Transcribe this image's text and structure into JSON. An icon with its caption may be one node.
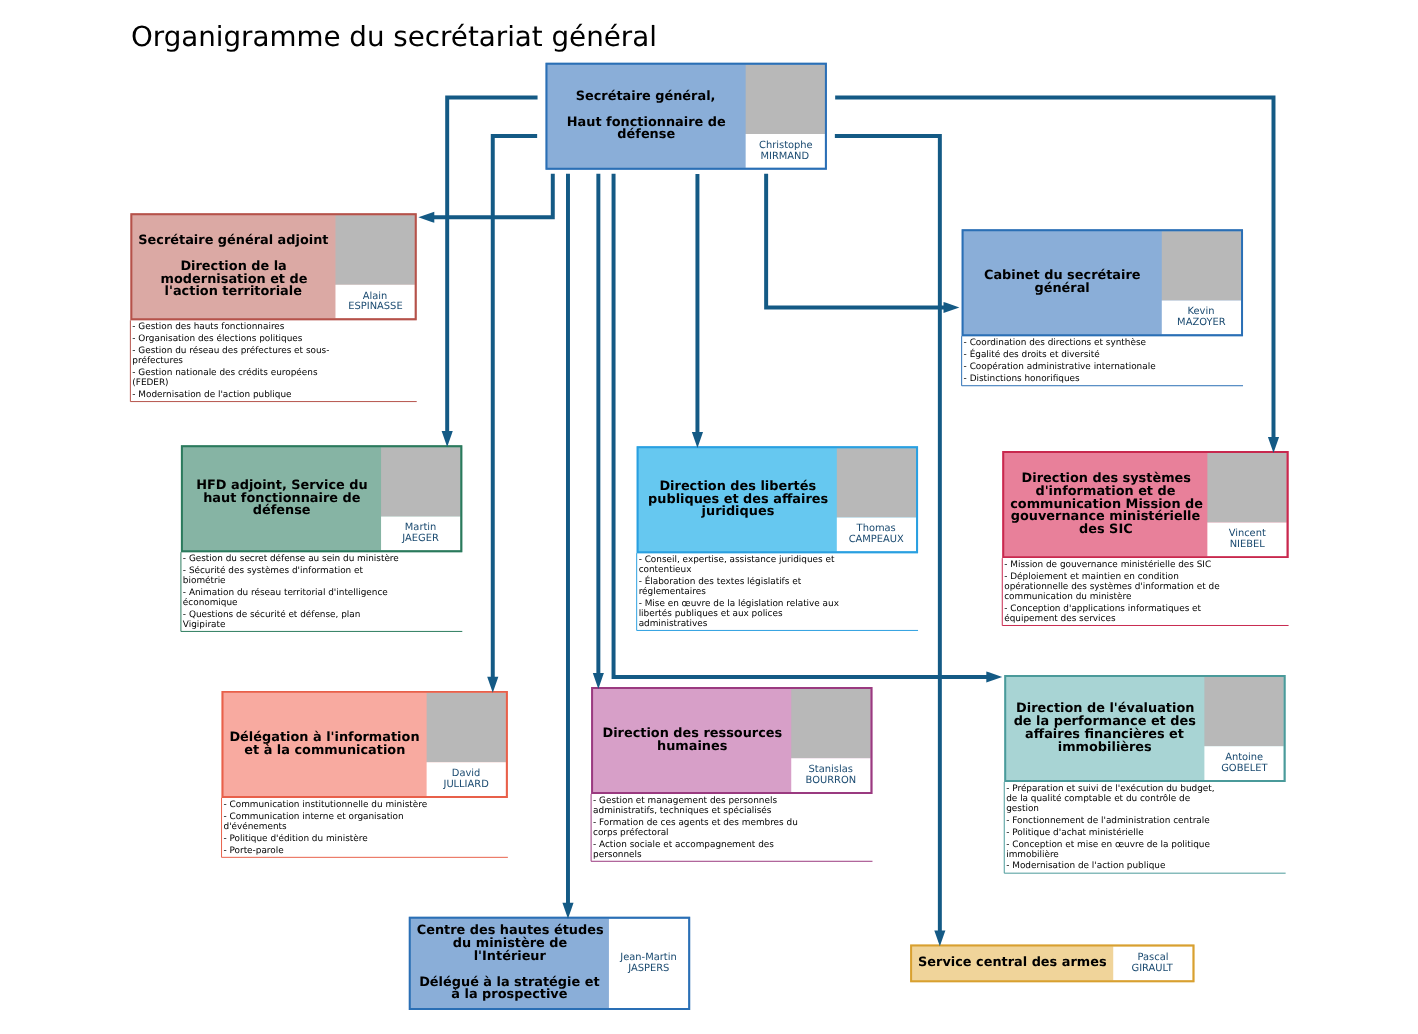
{
  "diagram": {
    "title": "Organigramme du secrétariat général",
    "nodes": [
      {
        "text": [
          "Secrétaire général,",
          "Haut fonctionnaire de défense",
          "Christophe MIRMAND"
        ]
      },
      {
        "text": [
          "Secrétaire général adjoint",
          "Direction de la modernisation et de l'action territoriale",
          "Alain ESPINASSE"
        ],
        "beside": [
          "- Gestion des hauts fonctionnaires",
          "- Organisation des élections politiques",
          "- Gestion du réseau des préfectures et sous-préfectures",
          "- Gestion nationale des crédits européens (FEDER)",
          "- Modernisation de l'action publique"
        ]
      },
      {
        "text": [
          "Cabinet du secrétaire général",
          "Kevin MAZOYER"
        ],
        "beside": [
          "- Coordination des directions et synthèse",
          "- Égalité des droits et diversité",
          "- Coopération administrative internationale",
          "- Distinctions honorifiques"
        ]
      },
      {
        "text": [
          "HFD adjoint, Service du haut fonctionnaire de défense",
          "Martin JAEGER"
        ],
        "beside": [
          "- Gestion du secret défense au sein du ministère",
          "- Sécurité des systèmes d'information et biométrie",
          "- Animation du réseau territorial d'intelligence économique",
          "- Questions de sécurité et défense, plan Vigipirate"
        ]
      },
      {
        "text": [
          "Direction des libertés publiques et des affaires juridiques",
          "Thomas CAMPEAUX"
        ],
        "beside": [
          "- Conseil, expertise, assistance juridiques et contentieux",
          "- Élaboration des textes législatifs et réglementaires",
          "- Mise en œuvre de la législation relative aux libertés publiques et aux polices administratives"
        ]
      },
      {
        "text": [
          "Direction des systèmes d'information et de communication Mission de gouvernance ministérielle des SIC",
          "Vincent NIEBEL"
        ],
        "beside": [
          "- Mission de gouvernance ministérielle des SIC",
          "- Déploiement et maintien en condition opérationnelle des systèmes d'information et de communication du ministère",
          "- Conception d'applications informatiques et équipement des services"
        ]
      },
      {
        "text": [
          "Direction des ressources humaines",
          "Stanislas BOURRON"
        ],
        "beside": [
          "- Gestion et management des personnels administratifs, techniques et spécialisés",
          "- Formation de ces agents et des membres du corps préfectoral",
          "- Action sociale et accompagnement des personnels"
        ]
      },
      {
        "text": [
          "Direction de l'évaluation de la performance et des affaires financières et immobilières",
          "Antoine GOBELET"
        ],
        "beside": [
          "- Préparation et suivi de l'exécution du budget, de la qualité comptable et du contrôle de gestion",
          "- Fonctionnement de l'administration centrale",
          "- Politique d'achat ministérielle",
          "- Conception et mise en œuvre de la politique immobilière",
          "- Modernisation de l'action publique"
        ]
      },
      {
        "text": [
          "Délégation à l'information et à la communication",
          "David JULLIARD"
        ],
        "beside": [
          "- Communication institutionnelle du ministère",
          "- Communication interne et organisation d'événements",
          "- Politique d'édition du ministère",
          "- Porte-parole"
        ]
      },
      {
        "text": [
          "Centre des hautes études du ministère de l'Intérieur",
          "Délégué à la stratégie et à la prospective",
          "Jean-Martin JASPERS"
        ]
      },
      {
        "text": [
          "Service central des armes",
          "Pascal GIRAULT"
        ]
      }
    ],
    "edges": [
      {
        "from": 0,
        "to": 1,
        "arrow": "to"
      },
      {
        "from": 0,
        "to": 2,
        "arrow": "to"
      },
      {
        "from": 0,
        "to": 3,
        "arrow": "to"
      },
      {
        "from": 0,
        "to": 4,
        "arrow": "to"
      },
      {
        "from": 0,
        "to": 5,
        "arrow": "to"
      },
      {
        "from": 0,
        "to": 6,
        "arrow": "to"
      },
      {
        "from": 0,
        "to": 7,
        "arrow": "to"
      },
      {
        "from": 0,
        "to": 8,
        "arrow": "to"
      },
      {
        "from": 0,
        "to": 9,
        "arrow": "to"
      },
      {
        "from": 0,
        "to": 10,
        "arrow": "to"
      }
    ]
  }
}
